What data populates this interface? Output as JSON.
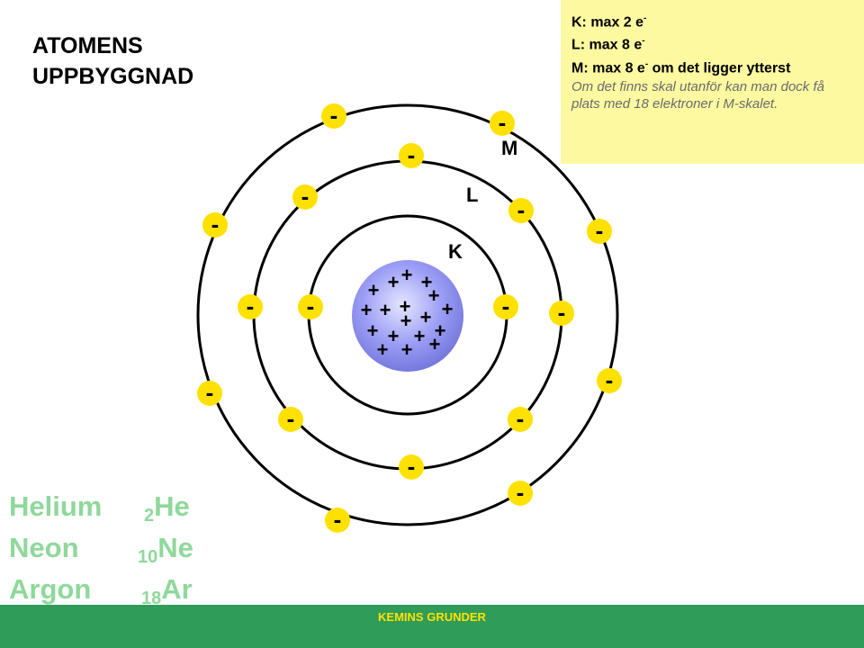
{
  "title": {
    "line1": "ATOMENS",
    "line2": "UPPBYGGNAD"
  },
  "info": {
    "k_text": "K:   max 2 e",
    "l_text": "L:    max 8 e",
    "m_text": "M:  max 8 e",
    "m_suffix": " om det ligger ytterst",
    "superscript": "-",
    "note": "Om det finns skal utanför kan man dock få plats med 18 elektroner i M-skalet."
  },
  "shells": {
    "k_label": "K",
    "l_label": "L",
    "m_label": "M"
  },
  "electron_symbol": "-",
  "proton_symbol": "+",
  "elements": [
    {
      "name": "Helium",
      "number": "2",
      "symbol": "He"
    },
    {
      "name": "Neon",
      "number": "10",
      "symbol": "Ne"
    },
    {
      "name": "Argon",
      "number": "18",
      "symbol": "Ar"
    }
  ],
  "footer": {
    "label": "KEMINS GRUNDER"
  },
  "colors": {
    "electron": "#ffe100",
    "nucleus": "#9b9df5",
    "info_bg": "#fdf9a1",
    "element_text": "#8fd89b",
    "footer_bg": "#2f9c59",
    "footer_text": "#ffe100"
  }
}
